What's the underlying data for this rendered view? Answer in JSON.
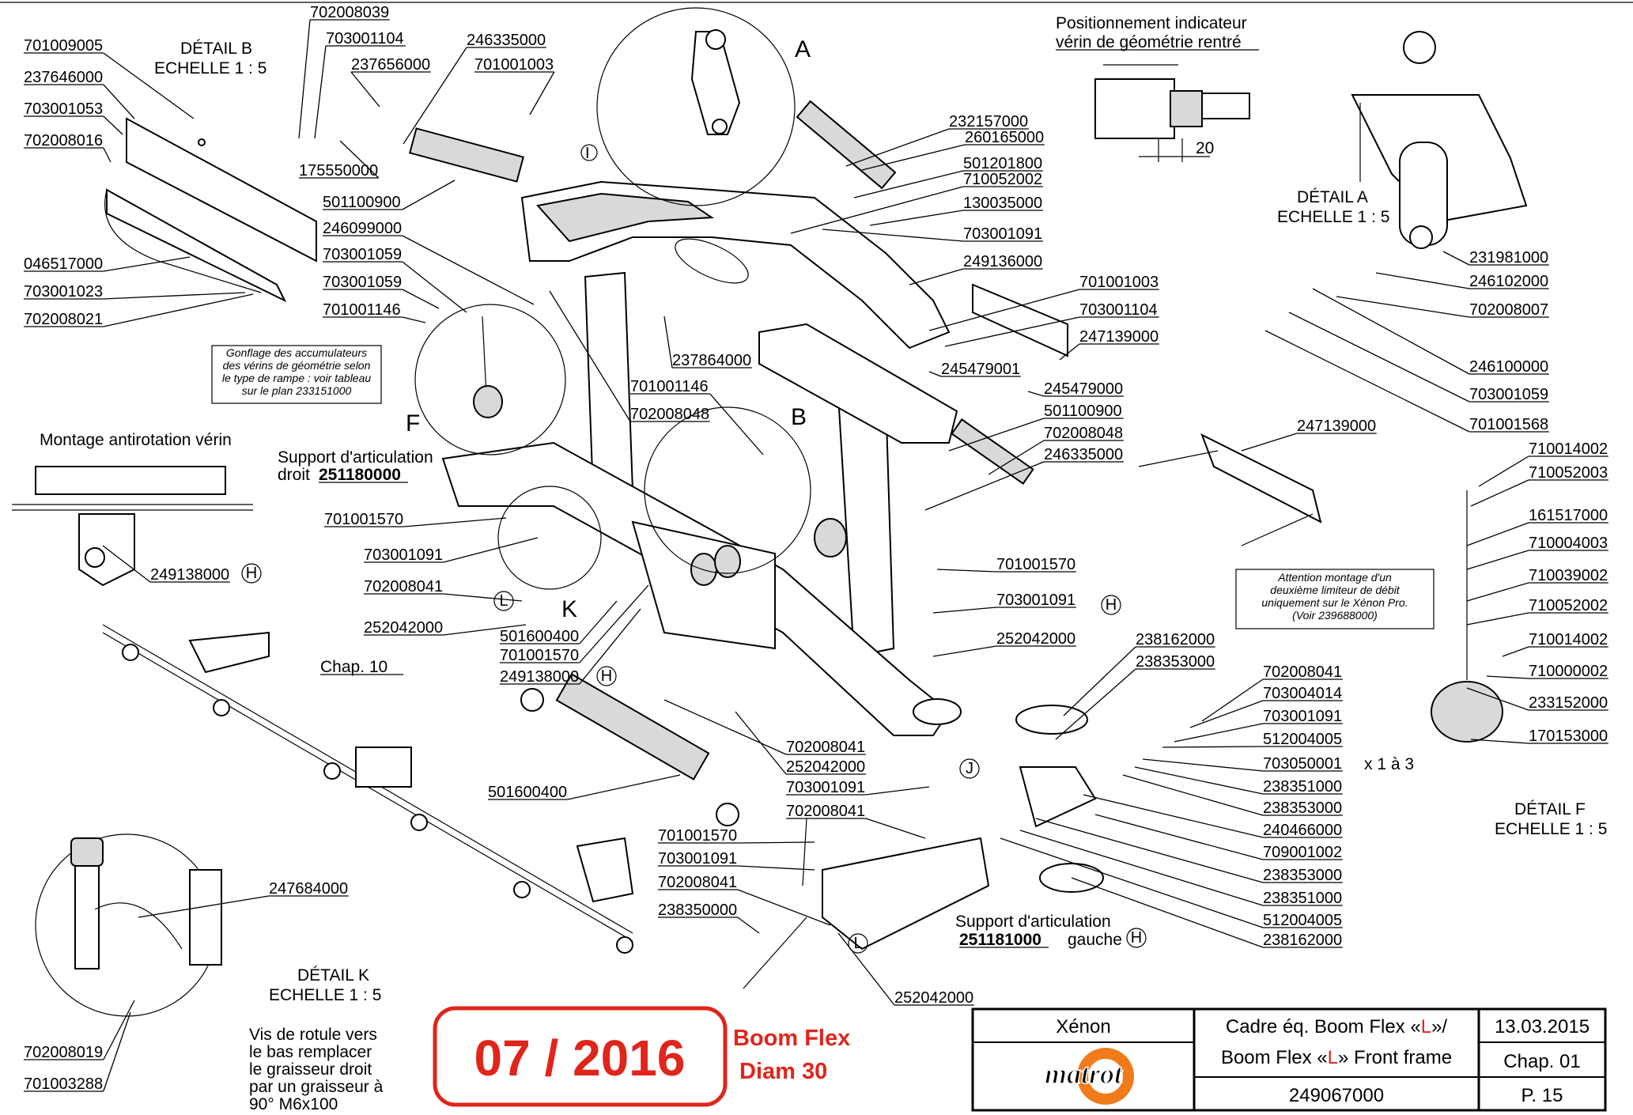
{
  "detail_labels": {
    "A": "A",
    "B": "B",
    "F": "F",
    "K": "K",
    "I": "I"
  },
  "captions": {
    "detail_b": [
      "DÉTAIL B",
      "ECHELLE 1 : 5"
    ],
    "detail_a": [
      "DÉTAIL A",
      "ECHELLE 1 : 5"
    ],
    "detail_f": [
      "DÉTAIL F",
      "ECHELLE 1 : 5"
    ],
    "detail_k": [
      "DÉTAIL K",
      "ECHELLE 1 : 5"
    ],
    "positionnement": [
      "Positionnement indicateur",
      "vérin de géométrie rentré"
    ],
    "dimension_20": "20",
    "montage_antirotation": "Montage antirotation vérin",
    "support_droit": [
      "Support d'articulation",
      "droit",
      "251180000"
    ],
    "support_gauche": [
      "Support d'articulation",
      "251181000",
      "gauche"
    ],
    "chap10": "Chap. 10",
    "x1a3": "x 1 à 3",
    "gonflage_note": [
      "Gonflage des accumulateurs",
      "des vérins de géométrie selon",
      "le type de rampe : voir tableau",
      "sur le plan 233151000"
    ],
    "attention_note": [
      "Attention montage d'un",
      "deuxième limiteur de débit",
      "uniquement sur le Xénon Pro.",
      "(Voir 239688000)"
    ],
    "vis_rotule": [
      "Vis de rotule vers",
      "le bas remplacer",
      "le graisseur droit",
      "par un graisseur à",
      "90° M6x100"
    ]
  },
  "circle_markers": {
    "H": "H",
    "J": "J",
    "L": "L"
  },
  "part_numbers": {
    "p701009005": "701009005",
    "p237646000": "237646000",
    "p703001053": "703001053",
    "p702008016": "702008016",
    "p046517000": "046517000",
    "p703001023": "703001023",
    "p702008021": "702008021",
    "p702008039": "702008039",
    "p703001104a": "703001104",
    "p237656000": "237656000",
    "p246335000a": "246335000",
    "p701001003a": "701001003",
    "p175550000": "175550000",
    "p501100900a": "501100900",
    "p246099000": "246099000",
    "p703001059a": "703001059",
    "p703001059b": "703001059",
    "p701001146a": "701001146",
    "p232157000": "232157000",
    "p260165000": "260165000",
    "p501201800": "501201800",
    "p710052002a": "710052002",
    "p130035000": "130035000",
    "p703001091a": "703001091",
    "p249136000": "249136000",
    "p701001003b": "701001003",
    "p703001104b": "703001104",
    "p247139000a": "247139000",
    "p245479001": "245479001",
    "p245479000": "245479000",
    "p501100900b": "501100900",
    "p702008048a": "702008048",
    "p246335000b": "246335000",
    "p237864000": "237864000",
    "p701001146b": "701001146",
    "p702008048b": "702008048",
    "p231981000": "231981000",
    "p246102000": "246102000",
    "p702008007": "702008007",
    "p246100000": "246100000",
    "p703001059c": "703001059",
    "p701001568": "701001568",
    "p247139000b": "247139000",
    "p710014002a": "710014002",
    "p710052003": "710052003",
    "p161517000": "161517000",
    "p710004003": "710004003",
    "p710039002": "710039002",
    "p710052002b": "710052002",
    "p710014002b": "710014002",
    "p710000002": "710000002",
    "p233152000": "233152000",
    "p170153000": "170153000",
    "p249138000a": "249138000",
    "p701001570a": "701001570",
    "p703001091b": "703001091",
    "p702008041a": "702008041",
    "p252042000a": "252042000",
    "p501600400a": "501600400",
    "p701001570b": "701001570",
    "p249138000b": "249138000",
    "p701001570c": "701001570",
    "p703001091c": "703001091",
    "p252042000b": "252042000",
    "p238162000a": "238162000",
    "p238353000a": "238353000",
    "p702008041b": "702008041",
    "p703004014": "703004014",
    "p703001091d": "703001091",
    "p512004005a": "512004005",
    "p703050001": "703050001",
    "p238351000a": "238351000",
    "p238353000b": "238353000",
    "p240466000": "240466000",
    "p709001002": "709001002",
    "p238353000c": "238353000",
    "p238351000b": "238351000",
    "p512004005b": "512004005",
    "p238162000b": "238162000",
    "p702008041c": "702008041",
    "p252042000c": "252042000",
    "p703001091e": "703001091",
    "p702008041d": "702008041",
    "p501600400b": "501600400",
    "p701001570d": "701001570",
    "p703001091f": "703001091",
    "p702008041e": "702008041",
    "p238350000": "238350000",
    "p252042000d": "252042000",
    "p247684000": "247684000",
    "p702008019": "702008019",
    "p701003288": "701003288"
  },
  "stamp": {
    "date": "07 / 2016",
    "line1": "Boom Flex",
    "line2": "Diam 30"
  },
  "title_block": {
    "machine": "Xénon",
    "brand": "matrot",
    "title_fr_pre": "Cadre éq. Boom Flex «",
    "title_fr_mid": "L",
    "title_fr_post": "»/",
    "title_en_pre": "Boom Flex «",
    "title_en_mid": "L",
    "title_en_post": "» Front frame",
    "drawing_no": "249067000",
    "date": "13.03.2015",
    "chapter": "Chap. 01",
    "page": "P. 15"
  }
}
